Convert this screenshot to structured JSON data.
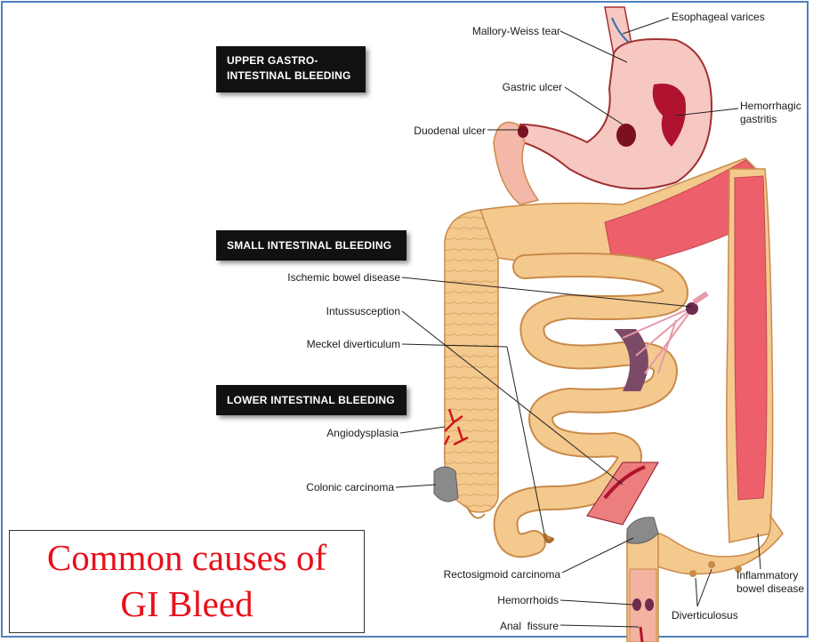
{
  "caption": {
    "line1": "Common causes of",
    "line2": "GI Bleed"
  },
  "section_headers": {
    "upper": {
      "line1": "UPPER GASTRO-",
      "line2": "INTESTINAL BLEEDING"
    },
    "small": "SMALL INTESTINAL BLEEDING",
    "lower": "LOWER INTESTINAL BLEEDING"
  },
  "labels": {
    "esophageal_varices": "Esophageal varices",
    "mallory_weiss": "Mallory-Weiss tear",
    "gastric_ulcer": "Gastric ulcer",
    "hemorrhagic_gastritis_1": "Hemorrhagic",
    "hemorrhagic_gastritis_2": "gastritis",
    "duodenal_ulcer": "Duodenal ulcer",
    "ischemic_bowel": "Ischemic bowel disease",
    "intussusception": "Intussusception",
    "meckel": "Meckel diverticulum",
    "angiodysplasia": "Angiodysplasia",
    "colonic_carcinoma": "Colonic carcinoma",
    "rectosigmoid_carcinoma": "Rectosigmoid carcinoma",
    "hemorrhoids": "Hemorrhoids",
    "anal_fissure": "Anal  fissure",
    "inflammatory_1": "Inflammatory",
    "inflammatory_2": "bowel disease",
    "diverticulosus": "Diverticulosus"
  },
  "colors": {
    "frame": "#4f81bd",
    "caption_text": "#e8101a",
    "bowel": "#f4c98e",
    "bowel_outline": "#c98a4a",
    "inflamed": "#ec5f6b",
    "stomach_lining": "#f7c7c2",
    "blood": "#b0132e",
    "tumor": "#8a8a8a"
  }
}
